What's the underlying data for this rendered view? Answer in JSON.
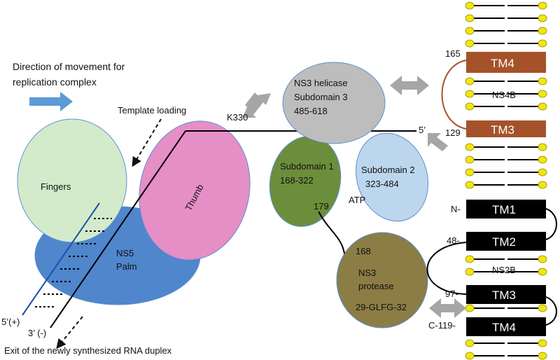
{
  "labels": {
    "direction_line1": "Direction of movement for",
    "direction_line2": "replication complex",
    "template_loading": "Template loading",
    "exit": "Exit of the newly synthesized RNA duplex",
    "fingers": "Fingers",
    "thumb": "Thumb",
    "ns5": "NS5",
    "palm": "Palm",
    "strand_plus": "5’(+)",
    "strand_minus": "3’ (-)",
    "five_prime_end": "5’",
    "k330": "K330",
    "helicase_line1": "NS3 helicase",
    "helicase_line2": "Subdomain 3",
    "helicase_line3": "485-618",
    "sub1_line1": "Subdomain 1",
    "sub1_line2": "168-322",
    "sub2_line1": "Subdomain 2",
    "sub2_line2": "323-484",
    "n179": "179",
    "atp": "ATP",
    "n168": "168",
    "protease_line1": "NS3",
    "protease_line2": "protease",
    "protease_line3": "29-GLFG-32",
    "ns4b": "NS4B",
    "ns2b": "NS2B",
    "tm4_top": "TM4",
    "tm3_top": "TM3",
    "tm1": "TM1",
    "tm2": "TM2",
    "tm3_bottom": "TM3",
    "tm4_bottom": "TM4",
    "n165": "165",
    "n129": "129",
    "n_term": "N-",
    "n48": "48-",
    "n97": "97-",
    "c119": "C-119-"
  },
  "colors": {
    "fingers": "#d3ebcb",
    "thumb": "#e58fc6",
    "palm": "#4f86cc",
    "helicase": "#bdbdbd",
    "subdomain1": "#6b8e3c",
    "subdomain2": "#bcd6ee",
    "protease": "#8c7d45",
    "ns4b_box": "#a5522a",
    "ns2b_box": "#000000",
    "lipid_head": "#f2e60a",
    "arrow_blue": "#5b9bd5",
    "arrow_grey": "#a6a6a6",
    "strand_plus": "#1f4fa8"
  }
}
